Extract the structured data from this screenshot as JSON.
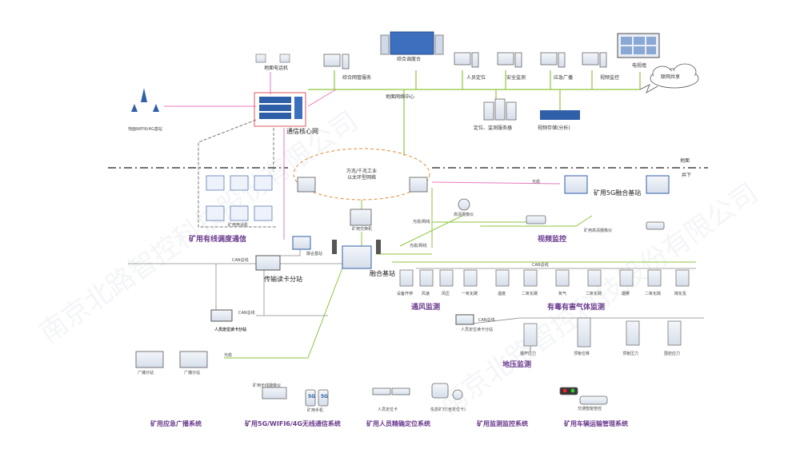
{
  "surface": {
    "line_label": "地面网络中心",
    "label_ground": "地面",
    "label_underground": "井下",
    "ground_station": "地面WIFI6/4G基站",
    "ground_phone": "地面电话机",
    "core_network": "通信核心网",
    "mgmt_service": "综合网管服务",
    "dispatch_desk": "综合调度台",
    "personnel_positioning": "人员定位",
    "safety_monitoring": "安全监测",
    "emergency_broadcast": "应急广播",
    "video_monitoring": "视频监控",
    "tv_wall": "电视墙",
    "cloud_share": "联网共享",
    "pos_server": "定位、监测服务器",
    "video_storage": "视频存储(分析)"
  },
  "underground": {
    "ring_network": "万兆/千兆工业\n以太环型网络",
    "switch": "矿用交换机",
    "wired_dispatch": "矿用有线调度通信",
    "mine_phone": "矿用电话机",
    "fiber1": "光缆",
    "fiber2": "光缆/网线",
    "fiber3": "光缆/网线",
    "fiber4": "光缆",
    "fusion_5g": "矿用5G融合基站",
    "hd_camera1": "高清摄像仪",
    "hd_camera2": "矿用高清摄像仪",
    "video_monitor": "视频监控",
    "fusion_station": "融合基站",
    "fusion_station_small": "融合基站",
    "transmission_reader": "传输读卡分站",
    "can1": "CAN总线",
    "can2": "CAN总线",
    "can3": "CAN总线",
    "can4": "CAN总线",
    "person_reader": "人员定位读卡分站",
    "person_reader2": "人员定位读卡分站",
    "broadcast_sub1": "广播分站",
    "broadcast_sub2": "广播分站",
    "sensors": [
      "设备开停",
      "风速",
      "风压",
      "一氧化碳",
      "温度",
      "二氧化碳",
      "氧气",
      "二氧化硫",
      "烟雾",
      "二氧化硫",
      "硫化氢"
    ],
    "ventilation": "通风监测",
    "toxic_gas": "有毒有害气体监测",
    "pressure_sensors": [
      "锚杆应力",
      "顶板位移",
      "顶板压力",
      "围岩应力"
    ],
    "ground_pressure": "地压监测"
  },
  "bottom": {
    "device_camera": "矿用无线摄像仪",
    "device_phone": "矿用手机",
    "phone_glyph": "5G",
    "device_card": "人员定位卡",
    "device_lamp": "信息矿灯(含定位卡)",
    "device_traffic": "交通智能管控",
    "sys_broadcast": "矿用应急广播系统",
    "sys_wireless": "矿用5G/WIFI6/4G无线通信系统",
    "sys_positioning": "矿用人员精确定位系统",
    "sys_monitoring": "矿用监测监控系统",
    "sys_transport": "矿用车辆运输管理系统"
  },
  "watermark": "南京北路智控科技股份有限公司",
  "colors": {
    "green_line": "#8dc63f",
    "pink_line": "#e87bc0",
    "gray_line": "#8a8a8a",
    "dashed_ring": "#e08a3c",
    "core_border": "#e2545c",
    "accent_blue": "#2f5fa8",
    "purple_text": "#6a3a8c"
  }
}
